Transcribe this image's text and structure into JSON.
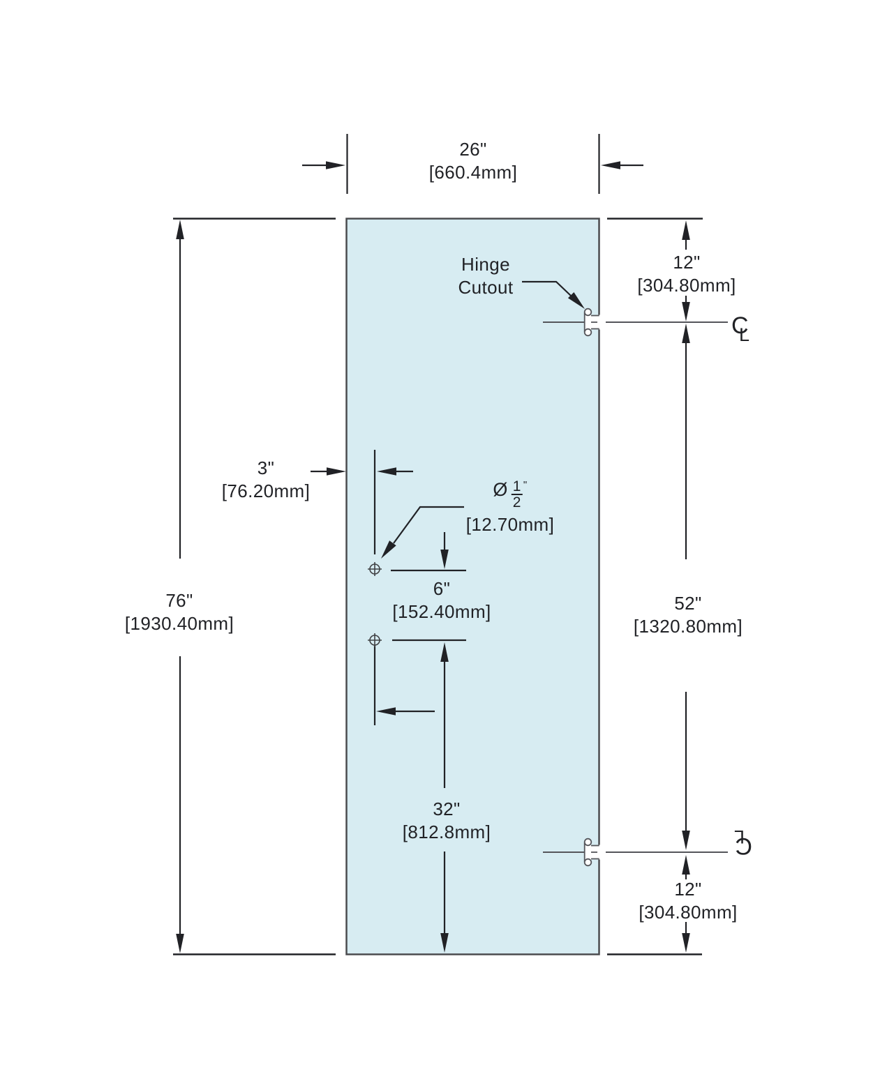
{
  "glass": {
    "fill": "#D7ECF2",
    "edge_color": "#4A4B4E"
  },
  "line_colors": {
    "dimension": "#212226",
    "centerline": "#54555A"
  },
  "labels": {
    "door_width": {
      "inches": "26\"",
      "mm": "[660.4mm]"
    },
    "door_height": {
      "inches": "76\"",
      "mm": "[1930.40mm]"
    },
    "top_hinge_offset": {
      "inches": "12\"",
      "mm": "[304.80mm]"
    },
    "hinge_spacing": {
      "inches": "52\"",
      "mm": "[1320.80mm]"
    },
    "bottom_hinge_offset": {
      "inches": "12\"",
      "mm": "[304.80mm]"
    },
    "hole_edge_offset": {
      "inches": "3\"",
      "mm": "[76.20mm]"
    },
    "hole_diameter": {
      "symbol": "Ø",
      "numerator": "1",
      "denominator": "2",
      "inch_mark": "\"",
      "mm": "[12.70mm]"
    },
    "hole_spacing": {
      "inches": "6\"",
      "mm": "[152.40mm]"
    },
    "lower_hole_height": {
      "inches": "32\"",
      "mm": "[812.8mm]"
    },
    "hinge_note": {
      "line1": "Hinge",
      "line2": "Cutout"
    },
    "centerline": {
      "c": "C",
      "l": "L"
    }
  }
}
